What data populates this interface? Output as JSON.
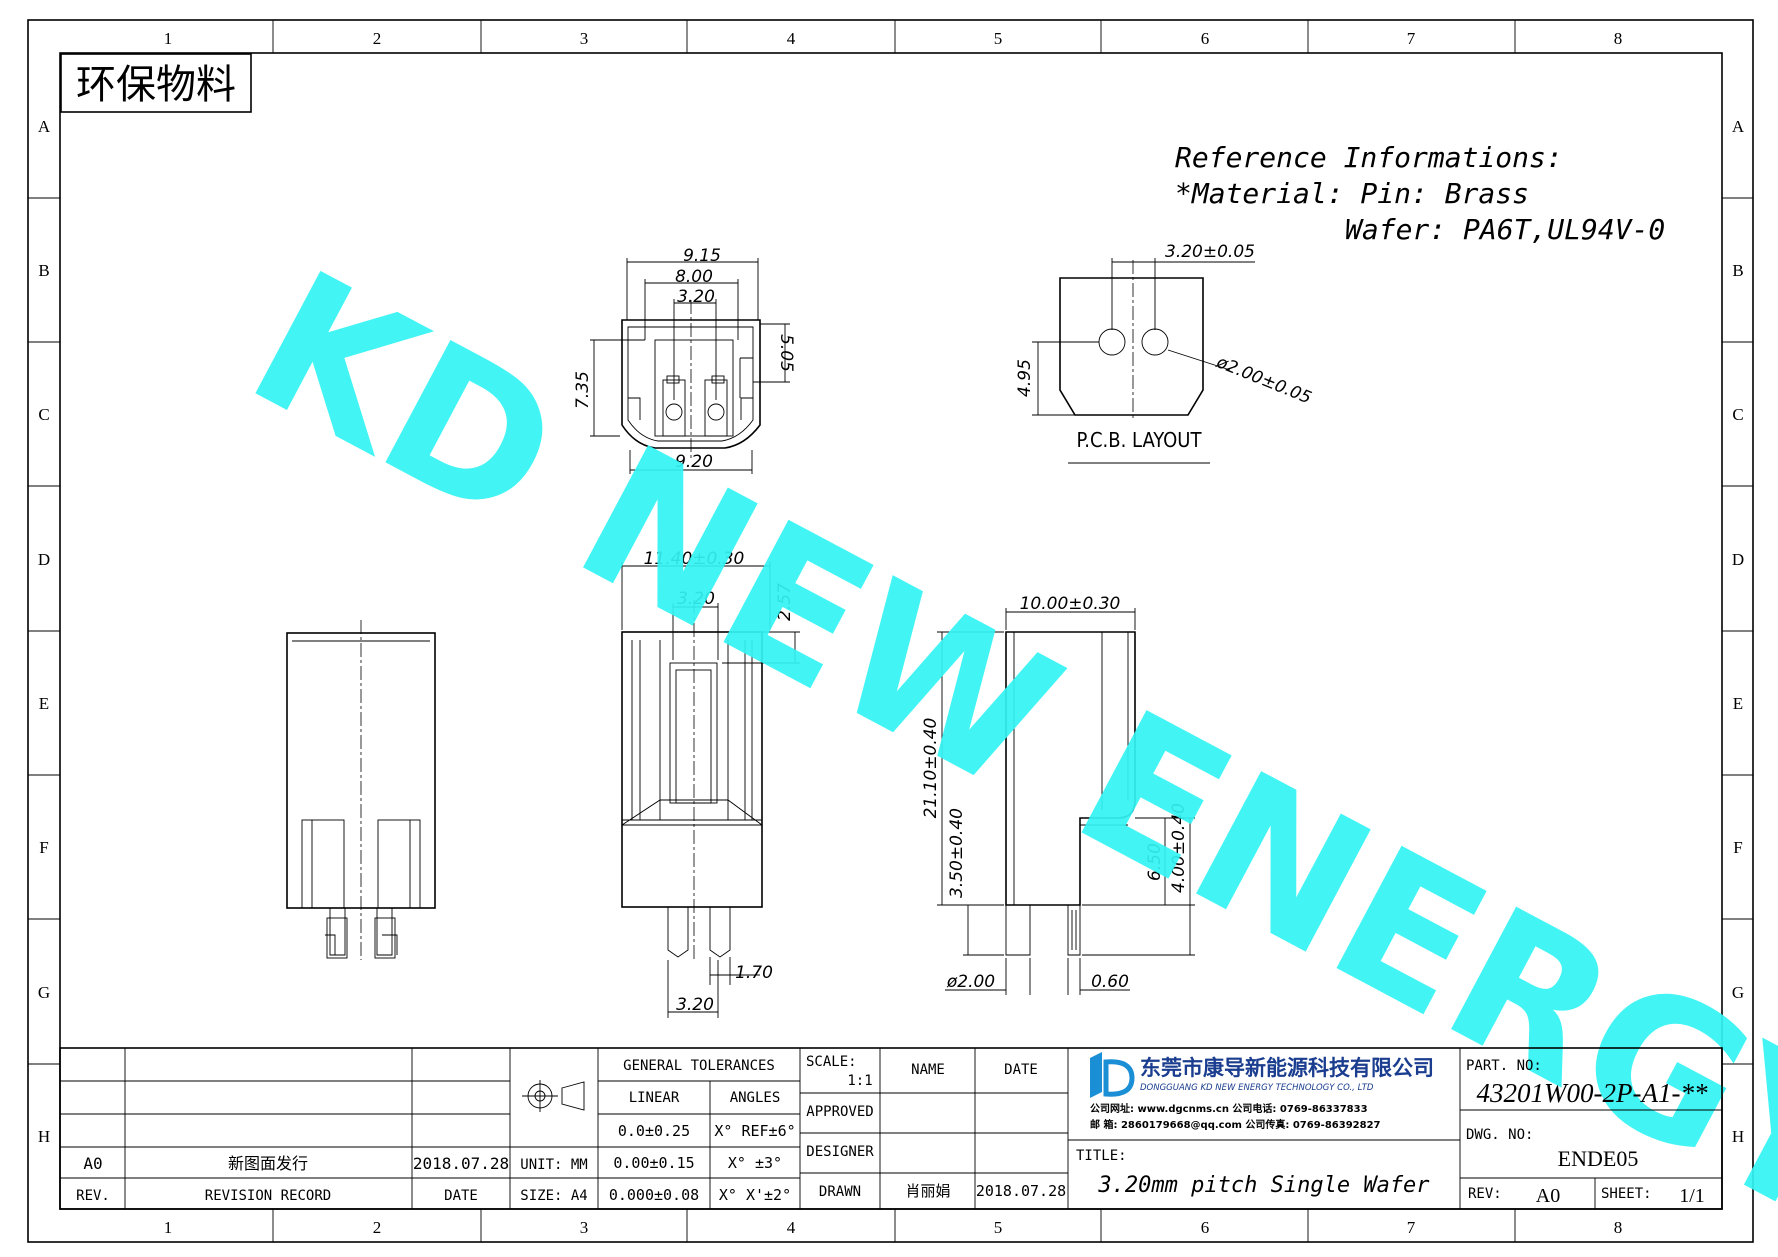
{
  "zones": {
    "columns": [
      "1",
      "2",
      "3",
      "4",
      "5",
      "6",
      "7",
      "8"
    ],
    "rows": [
      "A",
      "B",
      "C",
      "D",
      "E",
      "F",
      "G",
      "H"
    ]
  },
  "stamp": "环保物料",
  "watermark": "KD NEW ENERGY",
  "reference": {
    "line1": "Reference Informations:",
    "line2": "*Material: Pin: Brass",
    "line3": "Wafer: PA6T,UL94V-0"
  },
  "pcb_layout": {
    "label": "P.C.B. LAYOUT",
    "pitch": "3.20±0.05",
    "hole": "ø2.00±0.05",
    "height": "4.95"
  },
  "dims": {
    "top_w1": "9.15",
    "top_w2": "8.00",
    "top_pitch": "3.20",
    "top_h1": "7.35",
    "top_h2": "5.05",
    "top_bottom": "9.20",
    "front_w": "11.40±0.30",
    "front_pitch": "3.20",
    "front_top": "2.57",
    "front_pin_w": "1.70",
    "front_pin_pitch": "3.20",
    "side_w": "10.00±0.30",
    "side_h": "21.10±0.40",
    "side_pin": "3.50±0.40",
    "side_r1": "6.50",
    "side_r2": "4.00±0.40",
    "side_dia": "ø2.00",
    "side_thk": "0.60"
  },
  "title_block": {
    "general_tolerances": "GENERAL TOLERANCES",
    "linear": "LINEAR",
    "angles": "ANGLES",
    "tol_rows": [
      {
        "linear": "0.0±0.25",
        "angle": "X° REF±6°"
      },
      {
        "linear": "0.00±0.15",
        "angle": "X° ±3°"
      },
      {
        "linear": "0.000±0.08",
        "angle": "X° X'±2°"
      }
    ],
    "unit": "UNIT: MM",
    "size": "SIZE: A4",
    "scale_label": "SCALE:",
    "scale_value": "1:1",
    "name": "NAME",
    "date": "DATE",
    "approved": "APPROVED",
    "designer": "DESIGNER",
    "drawn": "DRAWN",
    "drawn_name": "肖丽娟",
    "drawn_date": "2018.07.28",
    "revision": {
      "rev": "A0",
      "record": "新图面发行",
      "date": "2018.07.28"
    },
    "rev_header": "REV.",
    "record_header": "REVISION RECORD",
    "date_header": "DATE",
    "company_cn": "东莞市康导新能源科技有限公司",
    "company_en": "DONGGUANG KD NEW ENERGY TECHNOLOGY CO., LTD",
    "contact1": "公司网址: www.dgcnms.cn    公司电话: 0769-86337833",
    "contact2": "邮    箱: 2860179668@qq.com  公司传真: 0769-86392827",
    "title_label": "TITLE:",
    "title": "3.20mm pitch Single Wafer",
    "part_label": "PART. NO:",
    "part_no": "43201W00-2P-A1-**",
    "dwg_label": "DWG. NO:",
    "dwg_no": "ENDE05",
    "rev_label": "REV:",
    "rev_value": "A0",
    "sheet_label": "SHEET:",
    "sheet_value": "1/1"
  },
  "colors": {
    "watermark": "#33f4f4",
    "logo": "#1a8fd6",
    "line": "#000000"
  }
}
